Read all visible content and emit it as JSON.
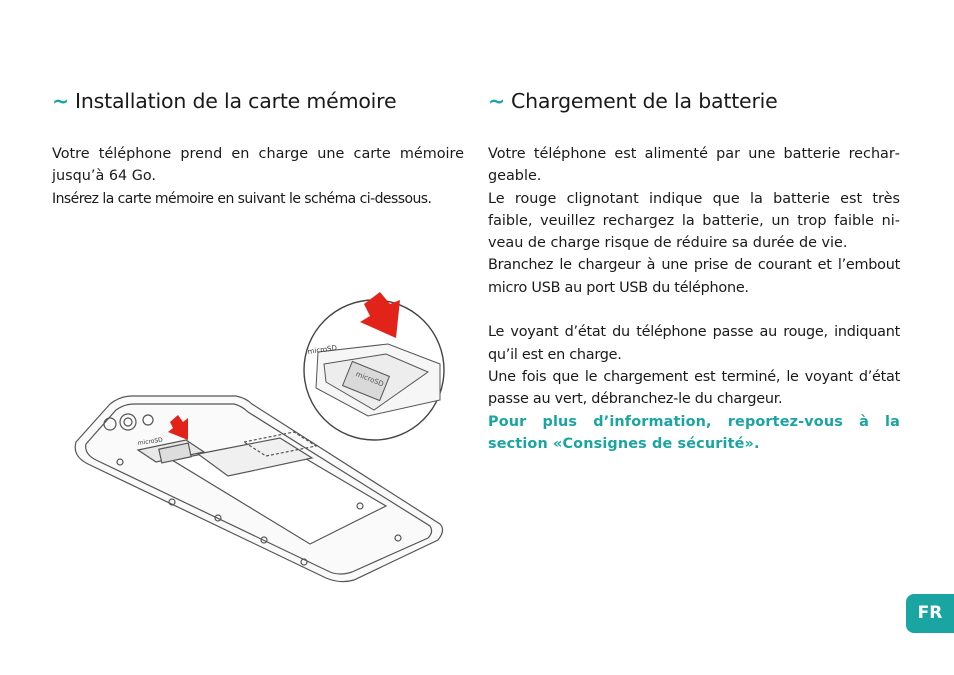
{
  "left": {
    "tilde": "~",
    "title": "Installation de la carte mémoire",
    "p1": "Votre téléphone prend en charge une carte mémoire jusqu’à 64 Go.",
    "p2": "Insérez la carte mémoire en suivant le schéma ci-dessous."
  },
  "right": {
    "tilde": "~",
    "title": "Chargement de la batterie",
    "p1": "Votre téléphone est alimenté par une batterie rechar­geable.",
    "p2": "Le rouge clignotant indique que la batterie est très faible, veuillez rechargez la batterie, un trop faible ni­veau de charge risque de réduire sa durée de vie.",
    "p3": "Branchez le chargeur à une prise de courant et l’embout micro USB au port USB du téléphone.",
    "p4": "Le voyant d’état du téléphone passe au rouge, indiquant qu’il est en charge.",
    "p5": "Une fois que le chargement est terminé, le voyant d’état passe au vert, débranchez-le du chargeur.",
    "p6": "Pour plus d’information, reportez-vous à la section «Consignes de sécurité»."
  },
  "illustration": {
    "card_label": "microSD",
    "slot_label": "microSD"
  },
  "badge": "FR",
  "colors": {
    "accent": "#1aa5a2",
    "arrow": "#e2231a"
  }
}
